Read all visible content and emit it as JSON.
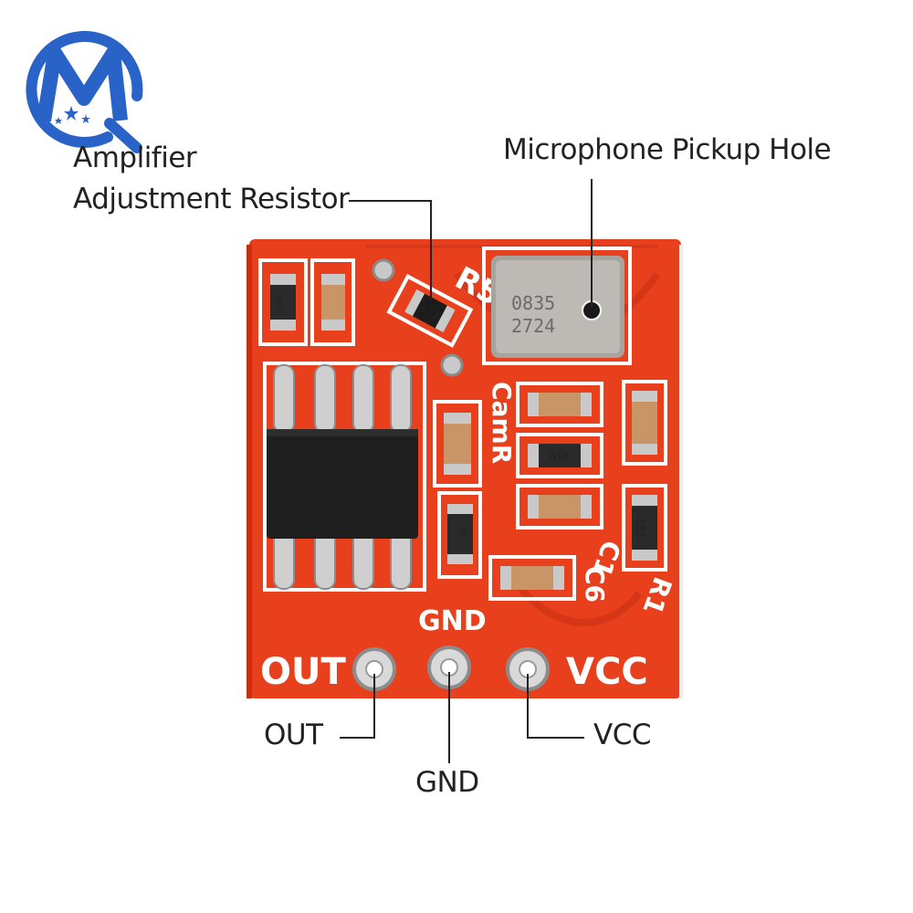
{
  "callouts": {
    "amplifier_line1": "Amplifier",
    "amplifier_line2": "Adjustment Resistor",
    "microphone": "Microphone Pickup Hole",
    "out": "OUT",
    "gnd": "GND",
    "vcc": "VCC"
  },
  "silkscreen": {
    "r5": "R5",
    "camr": "CamR",
    "c1": "C1",
    "c6": "C6",
    "r1": "R1",
    "gnd": "GND",
    "out": "OUT",
    "vcc": "VCC"
  },
  "component_markings": {
    "r5_code": "473",
    "mic_line1": "0835",
    "mic_line2": "2724",
    "cap_top_left": "30C",
    "cap_mid": "01C",
    "res_mid": "01B",
    "res_right": "222"
  },
  "colors": {
    "pcb": "#e8401c",
    "pcb_edge": "#c9300f",
    "silk": "#ffffff",
    "pad": "#c9c9c9",
    "chip": "#1f1f1f",
    "leader": "#222222",
    "logo_blue": "#2a63c8"
  }
}
